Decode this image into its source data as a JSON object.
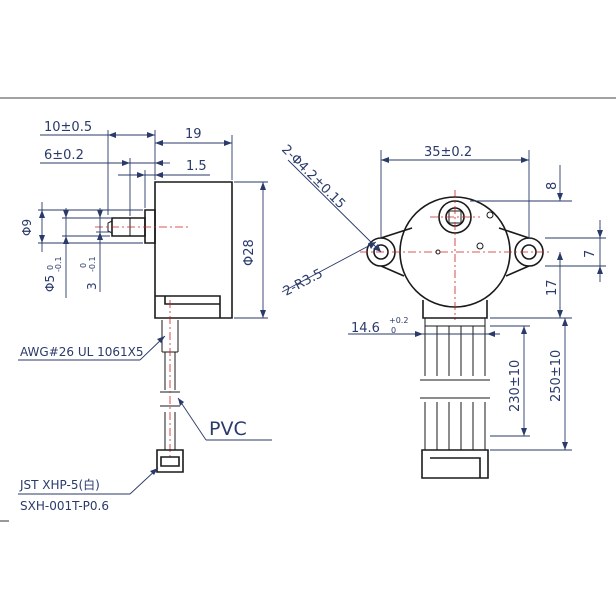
{
  "side_view": {
    "dim_10": "10±0.5",
    "dim_19": "19",
    "dim_6": "6±0.2",
    "dim_1_5": "1.5",
    "dim_phi9": "Φ9",
    "dim_phi5": "Φ5",
    "dim_phi5_tol_top": "0",
    "dim_phi5_tol_bot": "-0.1",
    "dim_3": "3",
    "dim_3_tol_top": "0",
    "dim_3_tol_bot": "-0.1",
    "dim_phi28": "Φ28",
    "wire_label": "AWG#26 UL 1061X5",
    "pvc_label": "PVC",
    "connector_label_1": "JST XHP-5(白)",
    "connector_label_2": "SXH-001T-P0.6"
  },
  "front_view": {
    "dim_35": "35±0.2",
    "dim_8": "8",
    "dim_7": "7",
    "dim_17": "17",
    "dim_holes": "2-Φ4.2±0.15",
    "dim_radius": "2-R3.5",
    "dim_14_6": "14.6",
    "dim_14_6_tol_top": "+0.2",
    "dim_14_6_tol_bot": "0",
    "dim_230": "230±10",
    "dim_250": "250±10"
  }
}
